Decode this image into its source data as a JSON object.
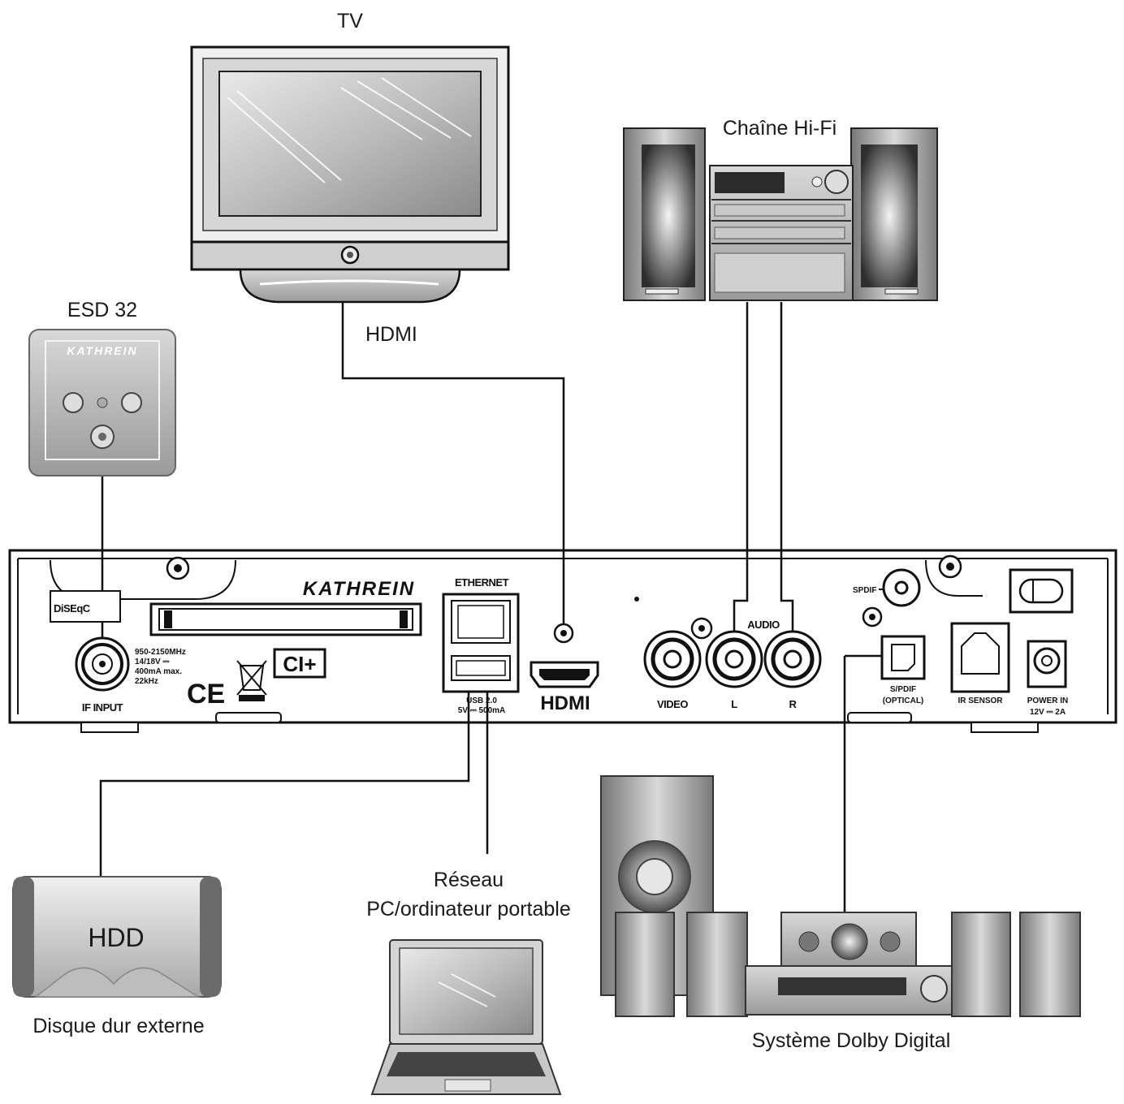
{
  "labels": {
    "tv": "TV",
    "hifi": "Chaîne Hi-Fi",
    "esd": "ESD 32",
    "hdmi_cable": "HDMI",
    "network_line1": "Réseau",
    "network_line2": "PC/ordinateur portable",
    "hdd_device": "HDD",
    "hdd_caption": "Disque dur externe",
    "dolby": "Système Dolby Digital"
  },
  "receiver": {
    "brand": "KATHREIN",
    "diseqc": "DiSEqC",
    "if_input": "IF INPUT",
    "if_spec_1": "950-2150MHz",
    "if_spec_2": "14/18V ⎓",
    "if_spec_3": "400mA max.",
    "if_spec_4": "22kHz",
    "ce": "CE",
    "ci_plus": "CI+",
    "ethernet": "ETHERNET",
    "usb_1": "USB 2.0",
    "usb_2": "5V ⎓ 500mA",
    "hdmi_port": "HDMI",
    "video": "VIDEO",
    "audio": "AUDIO",
    "audio_l": "L",
    "audio_r": "R",
    "spdif_small": "SPDIF",
    "spdif_1": "S/PDIF",
    "spdif_2": "(OPTICAL)",
    "ir_sensor": "IR SENSOR",
    "power_1": "POWER IN",
    "power_2": "12V ⎓ 2A"
  },
  "esd_brand": "KATHREIN"
}
